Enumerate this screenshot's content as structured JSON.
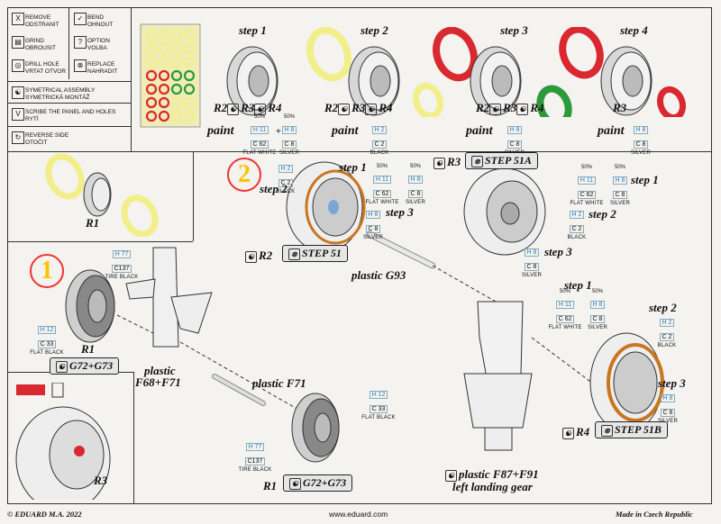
{
  "legend": [
    {
      "icon": "X",
      "label1": "REMOVE",
      "label2": "ODSTRANIT"
    },
    {
      "icon": "✓",
      "label1": "BEND",
      "label2": "OHNOUT"
    },
    {
      "icon": "▤",
      "label1": "GRIND",
      "label2": "OBROUSIT"
    },
    {
      "icon": "?",
      "label1": "OPTION",
      "label2": "VOLBA"
    },
    {
      "icon": "◎",
      "label1": "DRILL HOLE",
      "label2": "VRTAT OTVOR"
    },
    {
      "icon": "⊗",
      "label1": "REPLACE",
      "label2": "NAHRADIT"
    },
    {
      "icon": "☯",
      "label1": "SYMETRICAL ASSEMBLY",
      "label2": "SYMETRICKÁ MONTÁŽ"
    },
    {
      "icon": "V",
      "label1": "SCRIBE THE PANEL AND HOLES",
      "label2": "RYTÍ"
    },
    {
      "icon": "↻",
      "label1": "REVERSE SIDE",
      "label2": "OTOČIT"
    }
  ],
  "top": {
    "step1": "step 1",
    "step2": "step 2",
    "step3": "step 3",
    "step4": "step 4",
    "p1": "R2",
    "p2": "R3",
    "p3": "R4",
    "paint": "paint",
    "pct": "50%",
    "h11": "H 11",
    "c62": "C 62",
    "flatwhite": "FLAT WHITE",
    "h8": "H 8",
    "c8": "C 8",
    "silver": "SILVER",
    "h2": "H 2",
    "c2": "C 2",
    "black": "BLACK",
    "r3label": "R3",
    "plus": "+"
  },
  "middle": {
    "r1": "R1",
    "num1": "1",
    "num2": "2",
    "h77": "H 77",
    "c137": "C137",
    "tireblack": "TIRE BLACK",
    "h12": "H 12",
    "c33": "C 33",
    "flatblack": "FLAT BLACK",
    "g72": "G72+G73",
    "plastic1a": "plastic",
    "plastic1b": "F68+F71",
    "plasticF71": "plastic F71",
    "plasticG93": "plastic G93",
    "plasticF87": "plastic F87+F91",
    "leftgear": "left landing gear",
    "step51": "STEP 51",
    "step51a": "STEP 51A",
    "step51b": "STEP 51B",
    "r2": "R2",
    "r3": "R3",
    "r4": "R4"
  },
  "footer": {
    "left": "© EDUARD  M.A. 2022",
    "center": "www.eduard.com",
    "right": "Made in Czech Republic"
  },
  "colors": {
    "red": "#d9282f",
    "yellow": "#f2ef8a",
    "green": "#2a9a3a",
    "orange": "#c9761e"
  }
}
